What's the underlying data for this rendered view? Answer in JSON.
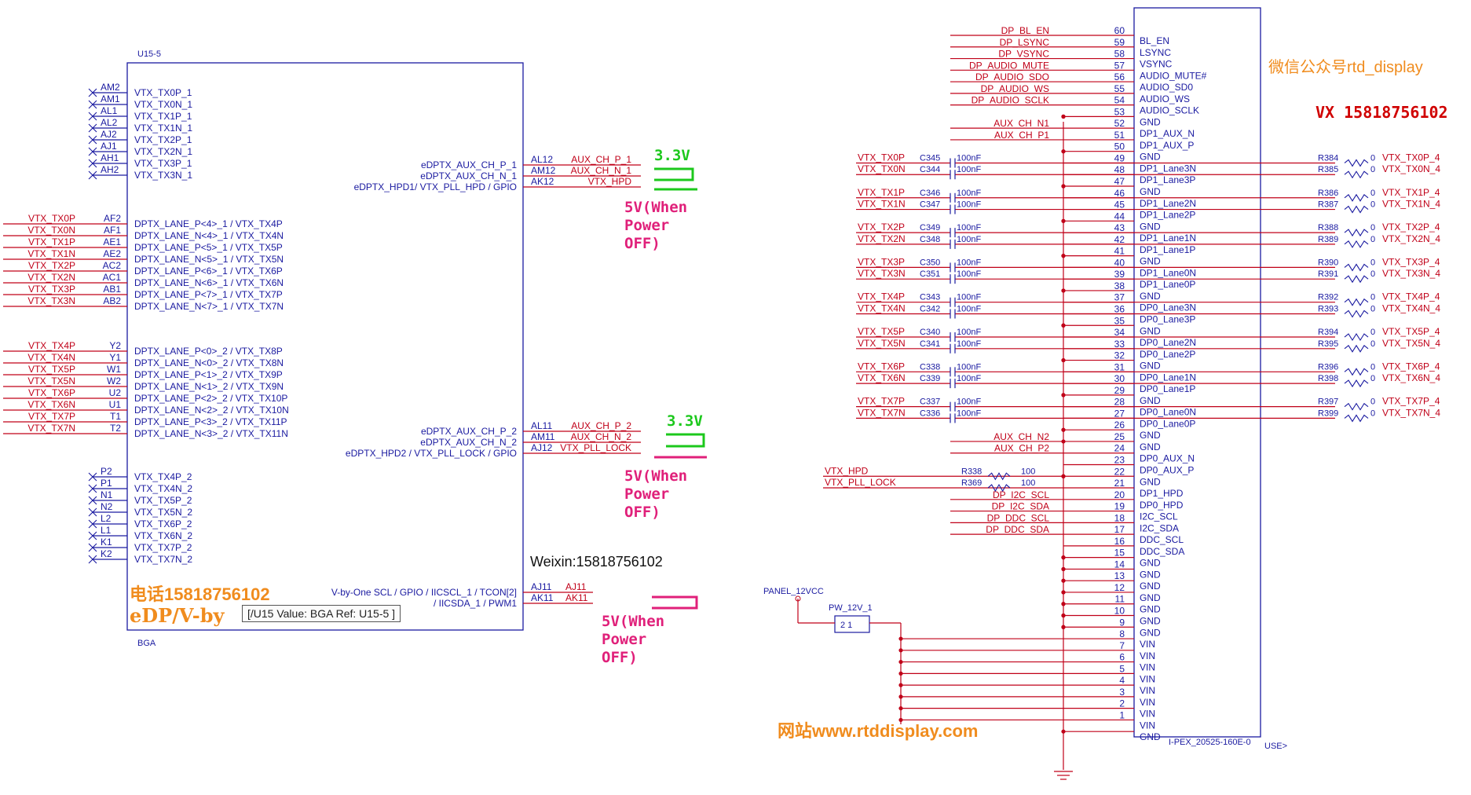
{
  "u15": {
    "ref": "U15-5",
    "footer": "BGA",
    "tooltip": "[/U15 Value: BGA Ref: U15-5 ]",
    "nc_top": [
      {
        "ball": "AM2",
        "pin": "VTX_TX0P_1"
      },
      {
        "ball": "AM1",
        "pin": "VTX_TX0N_1"
      },
      {
        "ball": "AL1",
        "pin": "VTX_TX1P_1"
      },
      {
        "ball": "AL2",
        "pin": "VTX_TX1N_1"
      },
      {
        "ball": "AJ2",
        "pin": "VTX_TX2P_1"
      },
      {
        "ball": "AJ1",
        "pin": "VTX_TX2N_1"
      },
      {
        "ball": "AH1",
        "pin": "VTX_TX3P_1"
      },
      {
        "ball": "AH2",
        "pin": "VTX_TX3N_1"
      }
    ],
    "lanes1": [
      {
        "net": "VTX_TX0P",
        "ball": "AF2",
        "pin": "DPTX_LANE_P<4>_1 / VTX_TX4P"
      },
      {
        "net": "VTX_TX0N",
        "ball": "AF1",
        "pin": "DPTX_LANE_N<4>_1 / VTX_TX4N"
      },
      {
        "net": "VTX_TX1P",
        "ball": "AE1",
        "pin": "DPTX_LANE_P<5>_1 / VTX_TX5P"
      },
      {
        "net": "VTX_TX1N",
        "ball": "AE2",
        "pin": "DPTX_LANE_N<5>_1 / VTX_TX5N"
      },
      {
        "net": "VTX_TX2P",
        "ball": "AC2",
        "pin": "DPTX_LANE_P<6>_1 / VTX_TX6P"
      },
      {
        "net": "VTX_TX2N",
        "ball": "AC1",
        "pin": "DPTX_LANE_N<6>_1 / VTX_TX6N"
      },
      {
        "net": "VTX_TX3P",
        "ball": "AB1",
        "pin": "DPTX_LANE_P<7>_1 / VTX_TX7P"
      },
      {
        "net": "VTX_TX3N",
        "ball": "AB2",
        "pin": "DPTX_LANE_N<7>_1 / VTX_TX7N"
      }
    ],
    "lanes2": [
      {
        "net": "VTX_TX4P",
        "ball": "Y2",
        "pin": "DPTX_LANE_P<0>_2 / VTX_TX8P"
      },
      {
        "net": "VTX_TX4N",
        "ball": "Y1",
        "pin": "DPTX_LANE_N<0>_2 / VTX_TX8N"
      },
      {
        "net": "VTX_TX5P",
        "ball": "W1",
        "pin": "DPTX_LANE_P<1>_2 / VTX_TX9P"
      },
      {
        "net": "VTX_TX5N",
        "ball": "W2",
        "pin": "DPTX_LANE_N<1>_2 / VTX_TX9N"
      },
      {
        "net": "VTX_TX6P",
        "ball": "U2",
        "pin": "DPTX_LANE_P<2>_2 / VTX_TX10P"
      },
      {
        "net": "VTX_TX6N",
        "ball": "U1",
        "pin": "DPTX_LANE_N<2>_2 / VTX_TX10N"
      },
      {
        "net": "VTX_TX7P",
        "ball": "T1",
        "pin": "DPTX_LANE_P<3>_2 / VTX_TX11P"
      },
      {
        "net": "VTX_TX7N",
        "ball": "T2",
        "pin": "DPTX_LANE_N<3>_2 / VTX_TX11N"
      }
    ],
    "nc_bottom": [
      {
        "ball": "P2",
        "pin": "VTX_TX4P_2"
      },
      {
        "ball": "P1",
        "pin": "VTX_TX4N_2"
      },
      {
        "ball": "N1",
        "pin": "VTX_TX5P_2"
      },
      {
        "ball": "N2",
        "pin": "VTX_TX5N_2"
      },
      {
        "ball": "L2",
        "pin": "VTX_TX6P_2"
      },
      {
        "ball": "L1",
        "pin": "VTX_TX6N_2"
      },
      {
        "ball": "K1",
        "pin": "VTX_TX7P_2"
      },
      {
        "ball": "K2",
        "pin": "VTX_TX7N_2"
      }
    ],
    "aux1": [
      {
        "pin": "eDPTX_AUX_CH_P_1",
        "ball": "AL12",
        "net": "AUX_CH_P_1"
      },
      {
        "pin": "eDPTX_AUX_CH_N_1",
        "ball": "AM12",
        "net": "AUX_CH_N_1"
      },
      {
        "pin": "eDPTX_HPD1/ VTX_PLL_HPD / GPIO",
        "ball": "AK12",
        "net": "VTX_HPD"
      }
    ],
    "aux2": [
      {
        "pin": "eDPTX_AUX_CH_P_2",
        "ball": "AL11",
        "net": "AUX_CH_P_2"
      },
      {
        "pin": "eDPTX_AUX_CH_N_2",
        "ball": "AM11",
        "net": "AUX_CH_N_2"
      },
      {
        "pin": "eDPTX_HPD2 / VTX_PLL_LOCK / GPIO",
        "ball": "AJ12",
        "net": "VTX_PLL_LOCK"
      }
    ],
    "i2c": [
      {
        "pin": "V-by-One SCL / GPIO / IICSCL_1 / TCON[2]",
        "ball": "AJ11",
        "net": "AJ11"
      },
      {
        "pin": "/ IICSDA_1 / PWM1",
        "ball": "AK11",
        "net": "AK11"
      }
    ]
  },
  "notes": {
    "v33": "3.3V",
    "v5_line1": "5V(When",
    "v5_line2": "Power",
    "v5_line3": "OFF)"
  },
  "watermarks": {
    "weixin": "Weixin:15818756102",
    "phone": "电话15818756102",
    "edp": "eDP/V-by",
    "wechat": "微信公众号rtd_display",
    "vx": "VX 15818756102",
    "site": "网站www.rtddisplay.com"
  },
  "connector": {
    "partname": "I-PEX_20525-160E-0",
    "suffix": "USE>",
    "top_pins": [
      {
        "n": "60",
        "net": "DP_BL_EN",
        "pin": "BL_EN"
      },
      {
        "n": "59",
        "net": "DP_LSYNC",
        "pin": "LSYNC"
      },
      {
        "n": "58",
        "net": "DP_VSYNC",
        "pin": "VSYNC"
      },
      {
        "n": "57",
        "net": "DP_AUDIO_MUTE",
        "pin": "AUDIO_MUTE#"
      },
      {
        "n": "56",
        "net": "DP_AUDIO_SDO",
        "pin": "AUDIO_SD0"
      },
      {
        "n": "55",
        "net": "DP_AUDIO_WS",
        "pin": "AUDIO_WS"
      },
      {
        "n": "54",
        "net": "DP_AUDIO_SCLK",
        "pin": "AUDIO_SCLK"
      },
      {
        "n": "53",
        "net": "",
        "pin": "GND"
      },
      {
        "n": "52",
        "net": "AUX_CH_N1",
        "pin": "DP1_AUX_N"
      },
      {
        "n": "51",
        "net": "AUX_CH_P1",
        "pin": "DP1_AUX_P"
      },
      {
        "n": "50",
        "net": "",
        "pin": "GND"
      }
    ],
    "lane_pins": [
      {
        "n": "49",
        "pin": "DP1_Lane3N"
      },
      {
        "n": "48",
        "pin": "DP1_Lane3P"
      },
      {
        "n": "47",
        "pin": "GND"
      },
      {
        "n": "46",
        "pin": "DP1_Lane2N"
      },
      {
        "n": "45",
        "pin": "DP1_Lane2P"
      },
      {
        "n": "44",
        "pin": "GND"
      },
      {
        "n": "43",
        "pin": "DP1_Lane1N"
      },
      {
        "n": "42",
        "pin": "DP1_Lane1P"
      },
      {
        "n": "41",
        "pin": "GND"
      },
      {
        "n": "40",
        "pin": "DP1_Lane0N"
      },
      {
        "n": "39",
        "pin": "DP1_Lane0P"
      },
      {
        "n": "38",
        "pin": "GND"
      },
      {
        "n": "37",
        "pin": "DP0_Lane3N"
      },
      {
        "n": "36",
        "pin": "DP0_Lane3P"
      },
      {
        "n": "35",
        "pin": "GND"
      },
      {
        "n": "34",
        "pin": "DP0_Lane2N"
      },
      {
        "n": "33",
        "pin": "DP0_Lane2P"
      },
      {
        "n": "32",
        "pin": "GND"
      },
      {
        "n": "31",
        "pin": "DP0_Lane1N"
      },
      {
        "n": "30",
        "pin": "DP0_Lane1P"
      },
      {
        "n": "29",
        "pin": "GND"
      },
      {
        "n": "28",
        "pin": "DP0_Lane0N"
      },
      {
        "n": "27",
        "pin": "DP0_Lane0P"
      },
      {
        "n": "26",
        "pin": "GND"
      }
    ],
    "bottom_pins": [
      {
        "n": "25",
        "net": "AUX_CH_N2",
        "pin": "GND"
      },
      {
        "n": "24",
        "net": "AUX_CH_P2",
        "pin": "DP0_AUX_N"
      },
      {
        "n": "23",
        "net": "",
        "pin": "DP0_AUX_P"
      },
      {
        "n": "22",
        "net": "",
        "pin": "GND"
      },
      {
        "n": "21",
        "net": "",
        "pin": "DP1_HPD"
      },
      {
        "n": "20",
        "net": "DP_I2C_SCL",
        "pin": "DP0_HPD"
      },
      {
        "n": "19",
        "net": "DP_I2C_SDA",
        "pin": "I2C_SCL"
      },
      {
        "n": "18",
        "net": "DP_DDC_SCL",
        "pin": "I2C_SDA"
      },
      {
        "n": "17",
        "net": "DP_DDC_SDA",
        "pin": "DDC_SCL"
      },
      {
        "n": "16",
        "net": "",
        "pin": "DDC_SDA"
      },
      {
        "n": "15",
        "net": "",
        "pin": "GND"
      },
      {
        "n": "14",
        "net": "",
        "pin": "GND"
      },
      {
        "n": "13",
        "net": "",
        "pin": "GND"
      },
      {
        "n": "12",
        "net": "",
        "pin": "GND"
      },
      {
        "n": "11",
        "net": "",
        "pin": "GND"
      },
      {
        "n": "10",
        "net": "",
        "pin": "GND"
      },
      {
        "n": "9",
        "net": "",
        "pin": "GND"
      },
      {
        "n": "8",
        "net": "",
        "pin": "VIN"
      },
      {
        "n": "7",
        "net": "",
        "pin": "VIN"
      },
      {
        "n": "6",
        "net": "",
        "pin": "VIN"
      },
      {
        "n": "5",
        "net": "",
        "pin": "VIN"
      },
      {
        "n": "4",
        "net": "",
        "pin": "VIN"
      },
      {
        "n": "3",
        "net": "",
        "pin": "VIN"
      },
      {
        "n": "2",
        "net": "",
        "pin": "VIN"
      },
      {
        "n": "1",
        "net": "",
        "pin": "VIN"
      },
      {
        "n": "",
        "net": "",
        "pin": "GND"
      }
    ]
  },
  "caps": [
    {
      "a": "VTX_TX0P",
      "ra": "C345",
      "b": "VTX_TX0N",
      "rb": "C344",
      "val": "100nF",
      "rr1": "R384",
      "rr2": "R385",
      "o1": "VTX_TX0P_4",
      "o2": "VTX_TX0N_4"
    },
    {
      "a": "VTX_TX1P",
      "ra": "C346",
      "b": "VTX_TX1N",
      "rb": "C347",
      "val": "100nF",
      "rr1": "R386",
      "rr2": "R387",
      "o1": "VTX_TX1P_4",
      "o2": "VTX_TX1N_4"
    },
    {
      "a": "VTX_TX2P",
      "ra": "C349",
      "b": "VTX_TX2N",
      "rb": "C348",
      "val": "100nF",
      "rr1": "R388",
      "rr2": "R389",
      "o1": "VTX_TX2P_4",
      "o2": "VTX_TX2N_4"
    },
    {
      "a": "VTX_TX3P",
      "ra": "C350",
      "b": "VTX_TX3N",
      "rb": "C351",
      "val": "100nF",
      "rr1": "R390",
      "rr2": "R391",
      "o1": "VTX_TX3P_4",
      "o2": "VTX_TX3N_4"
    },
    {
      "a": "VTX_TX4P",
      "ra": "C343",
      "b": "VTX_TX4N",
      "rb": "C342",
      "val": "100nF",
      "rr1": "R392",
      "rr2": "R393",
      "o1": "VTX_TX4P_4",
      "o2": "VTX_TX4N_4"
    },
    {
      "a": "VTX_TX5P",
      "ra": "C340",
      "b": "VTX_TX5N",
      "rb": "C341",
      "val": "100nF",
      "rr1": "R394",
      "rr2": "R395",
      "o1": "VTX_TX5P_4",
      "o2": "VTX_TX5N_4"
    },
    {
      "a": "VTX_TX6P",
      "ra": "C338",
      "b": "VTX_TX6N",
      "rb": "C339",
      "val": "100nF",
      "rr1": "R396",
      "rr2": "R398",
      "o1": "VTX_TX6P_4",
      "o2": "VTX_TX6N_4"
    },
    {
      "a": "VTX_TX7P",
      "ra": "C337",
      "b": "VTX_TX7N",
      "rb": "C336",
      "val": "100nF",
      "rr1": "R397",
      "rr2": "R399",
      "o1": "VTX_TX7P_4",
      "o2": "VTX_TX7N_4"
    }
  ],
  "hpd": [
    {
      "net": "VTX_HPD",
      "ref": "R338",
      "val": "100"
    },
    {
      "net": "VTX_PLL_LOCK",
      "ref": "R369",
      "val": "100"
    }
  ],
  "power": {
    "rail": "PANEL_12VCC",
    "fuse": "PW_12V_1",
    "fuse_pins": "2  1"
  },
  "colors": {
    "wire": "#c00018",
    "body": "#1a1aa0",
    "note": "#e0207a",
    "volt": "#1cc81c",
    "watermark": "#f08c1e"
  }
}
